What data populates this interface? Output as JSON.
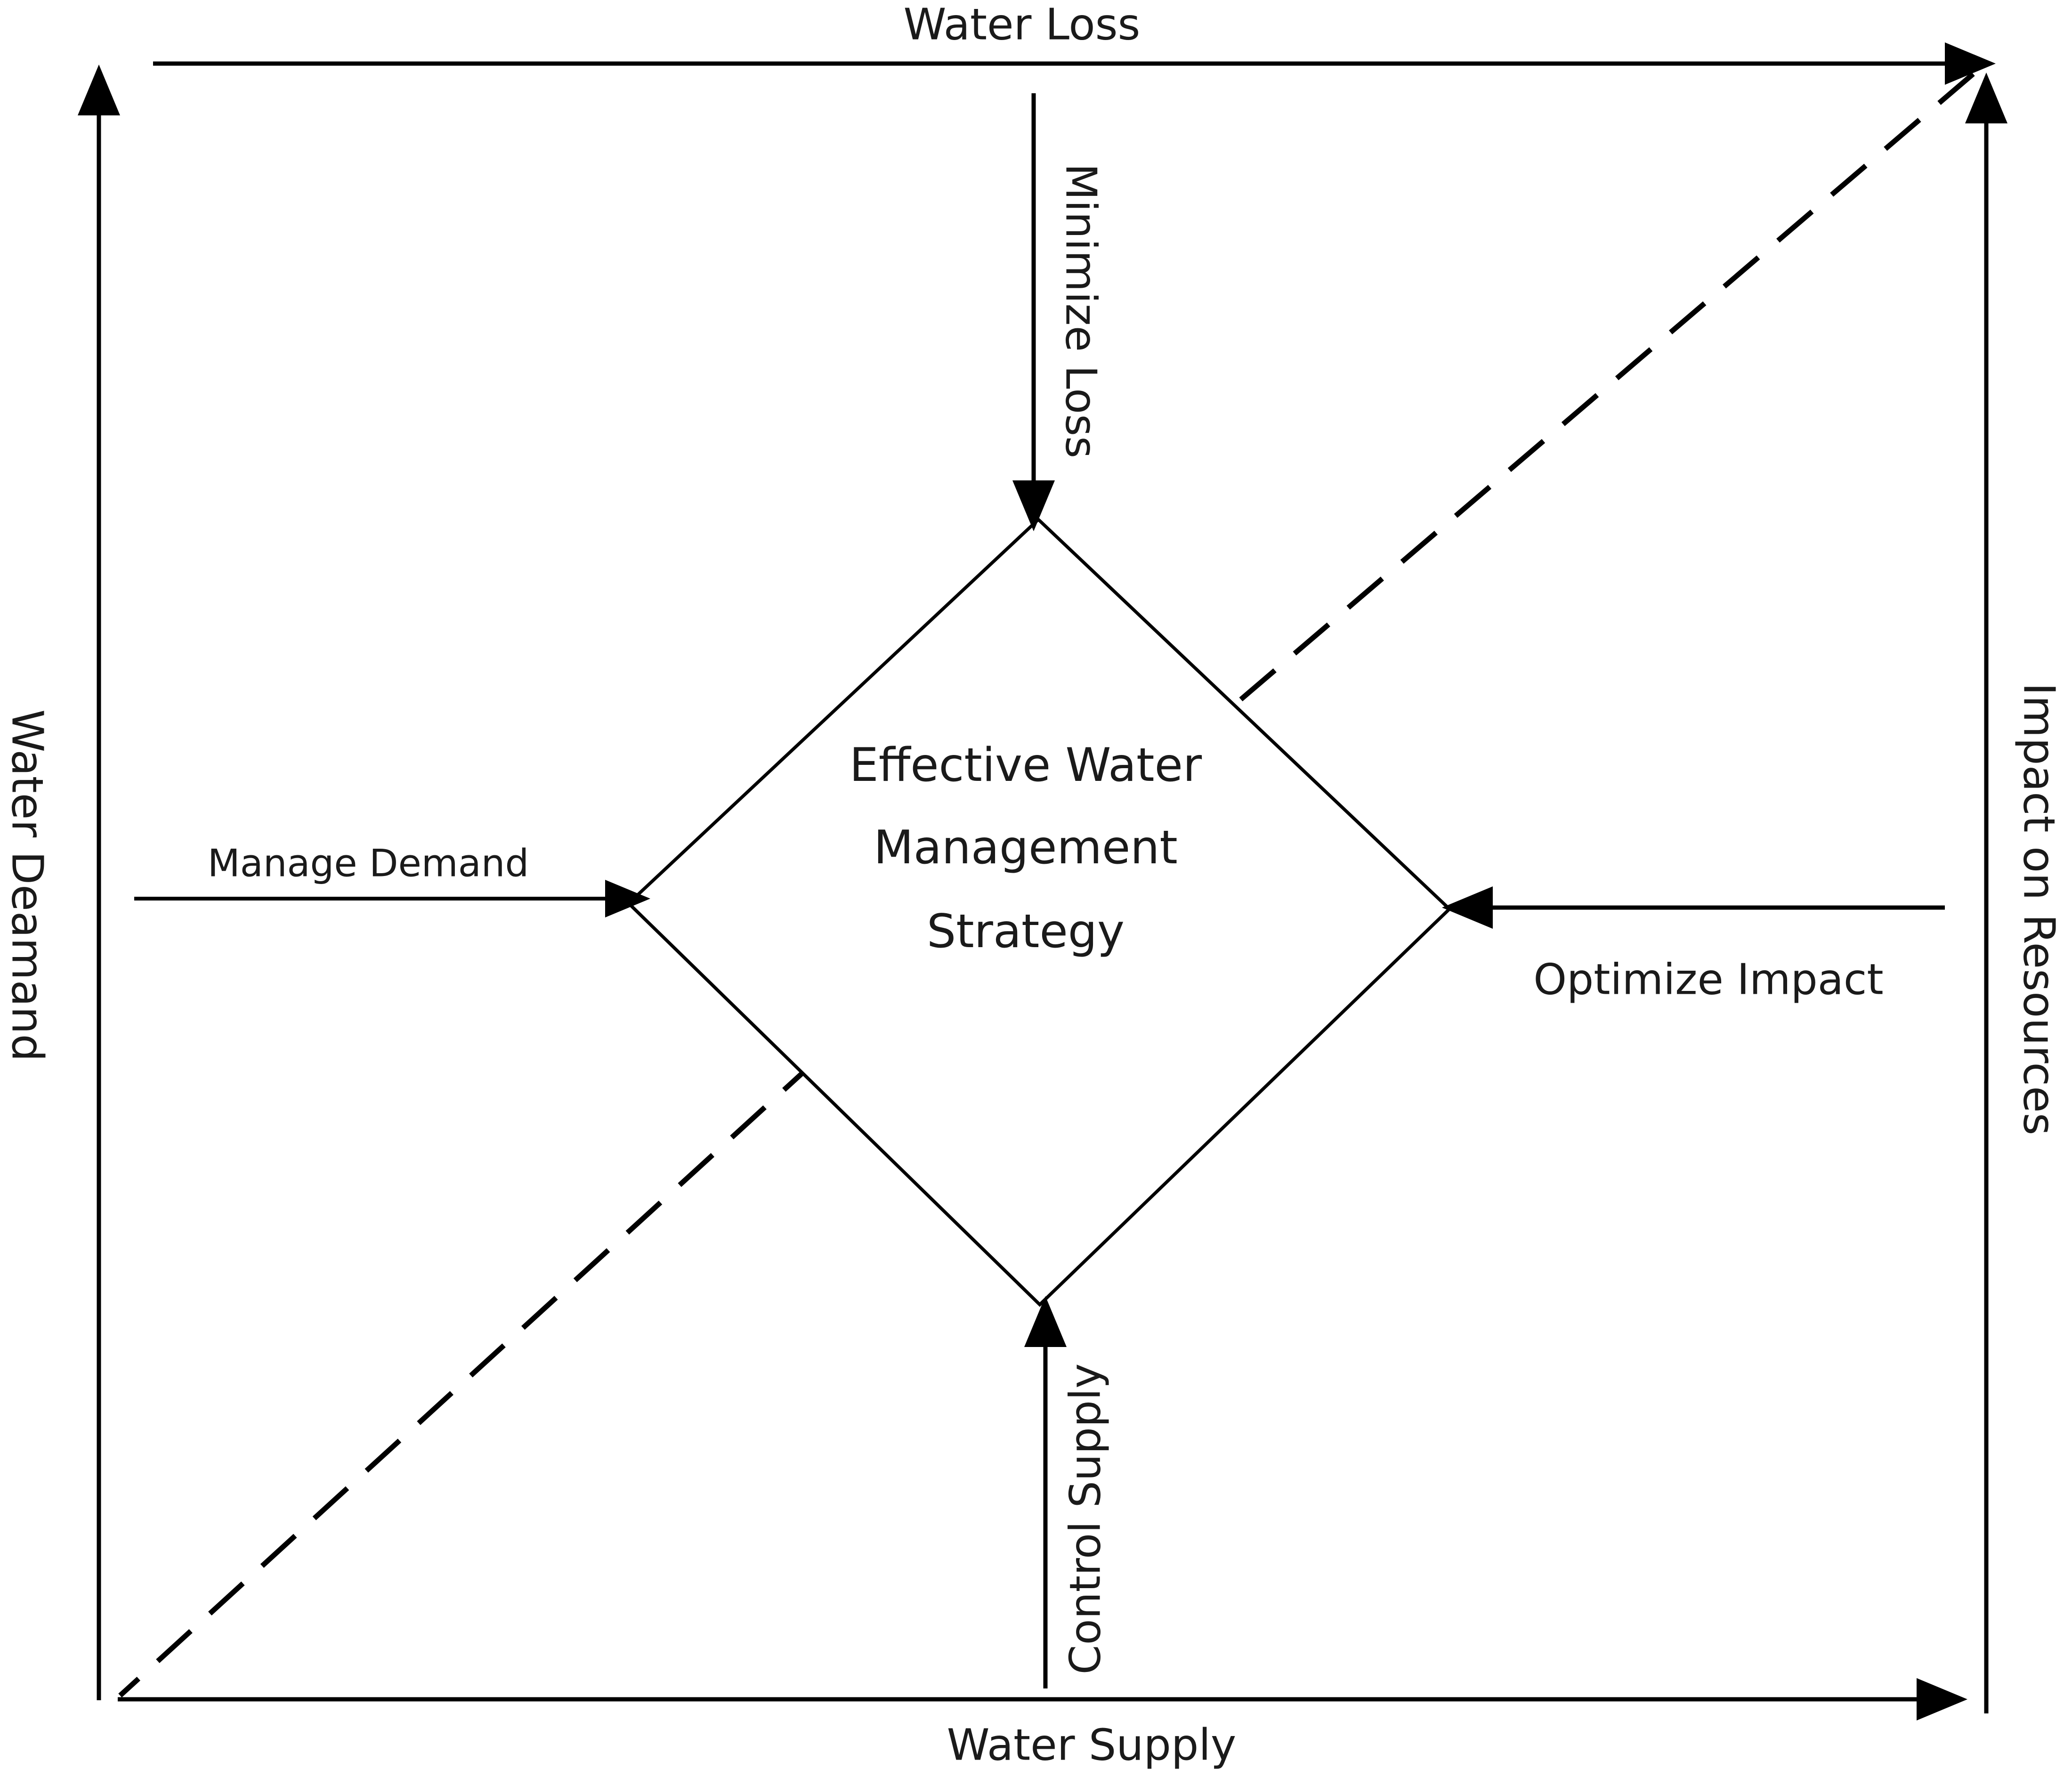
{
  "diagram": {
    "colors": {
      "line": "#000000",
      "text": "#1a1a1a",
      "background": "#ffffff"
    },
    "axes": {
      "top": "Water Loss",
      "bottom": "Water Supply",
      "left": "Water Deamand",
      "right": "Impact on Resources"
    },
    "center": {
      "line1": "Effective Water",
      "line2": "Management",
      "line3": "Strategy"
    },
    "arrows": {
      "top": "Minimize Loss",
      "bottom": "Control Supply",
      "left": "Manage Demand",
      "right": "Optimize Impact"
    }
  }
}
